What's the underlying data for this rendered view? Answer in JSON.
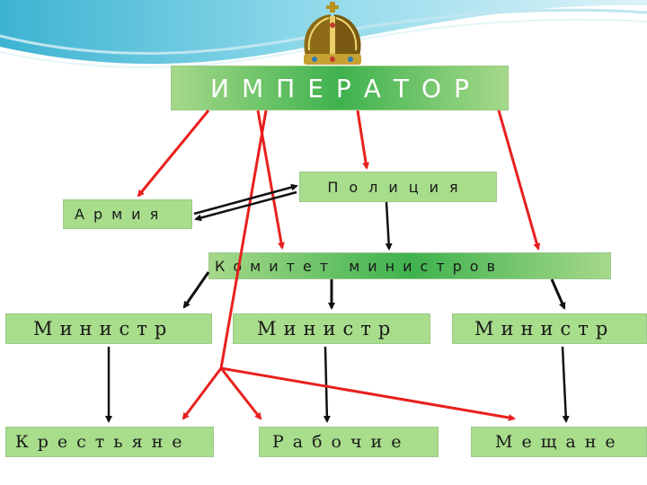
{
  "diagram": {
    "emperor": "ИМПЕРАТОР",
    "police": "Полиция",
    "army": "Армия",
    "committee": "Комитет министров",
    "ministers": [
      "Министр",
      "Министр",
      "Министр"
    ],
    "estates": {
      "peasants": "Крестьяне",
      "workers": "Рабочие",
      "burghers": "Мещане"
    }
  },
  "colors": {
    "box_green": "#3eb24e",
    "box_light_green": "#a8dd8c",
    "red_arrow": "#e8201e",
    "black_arrow": "#111111"
  },
  "icons": [
    "imperial-crown-icon"
  ]
}
